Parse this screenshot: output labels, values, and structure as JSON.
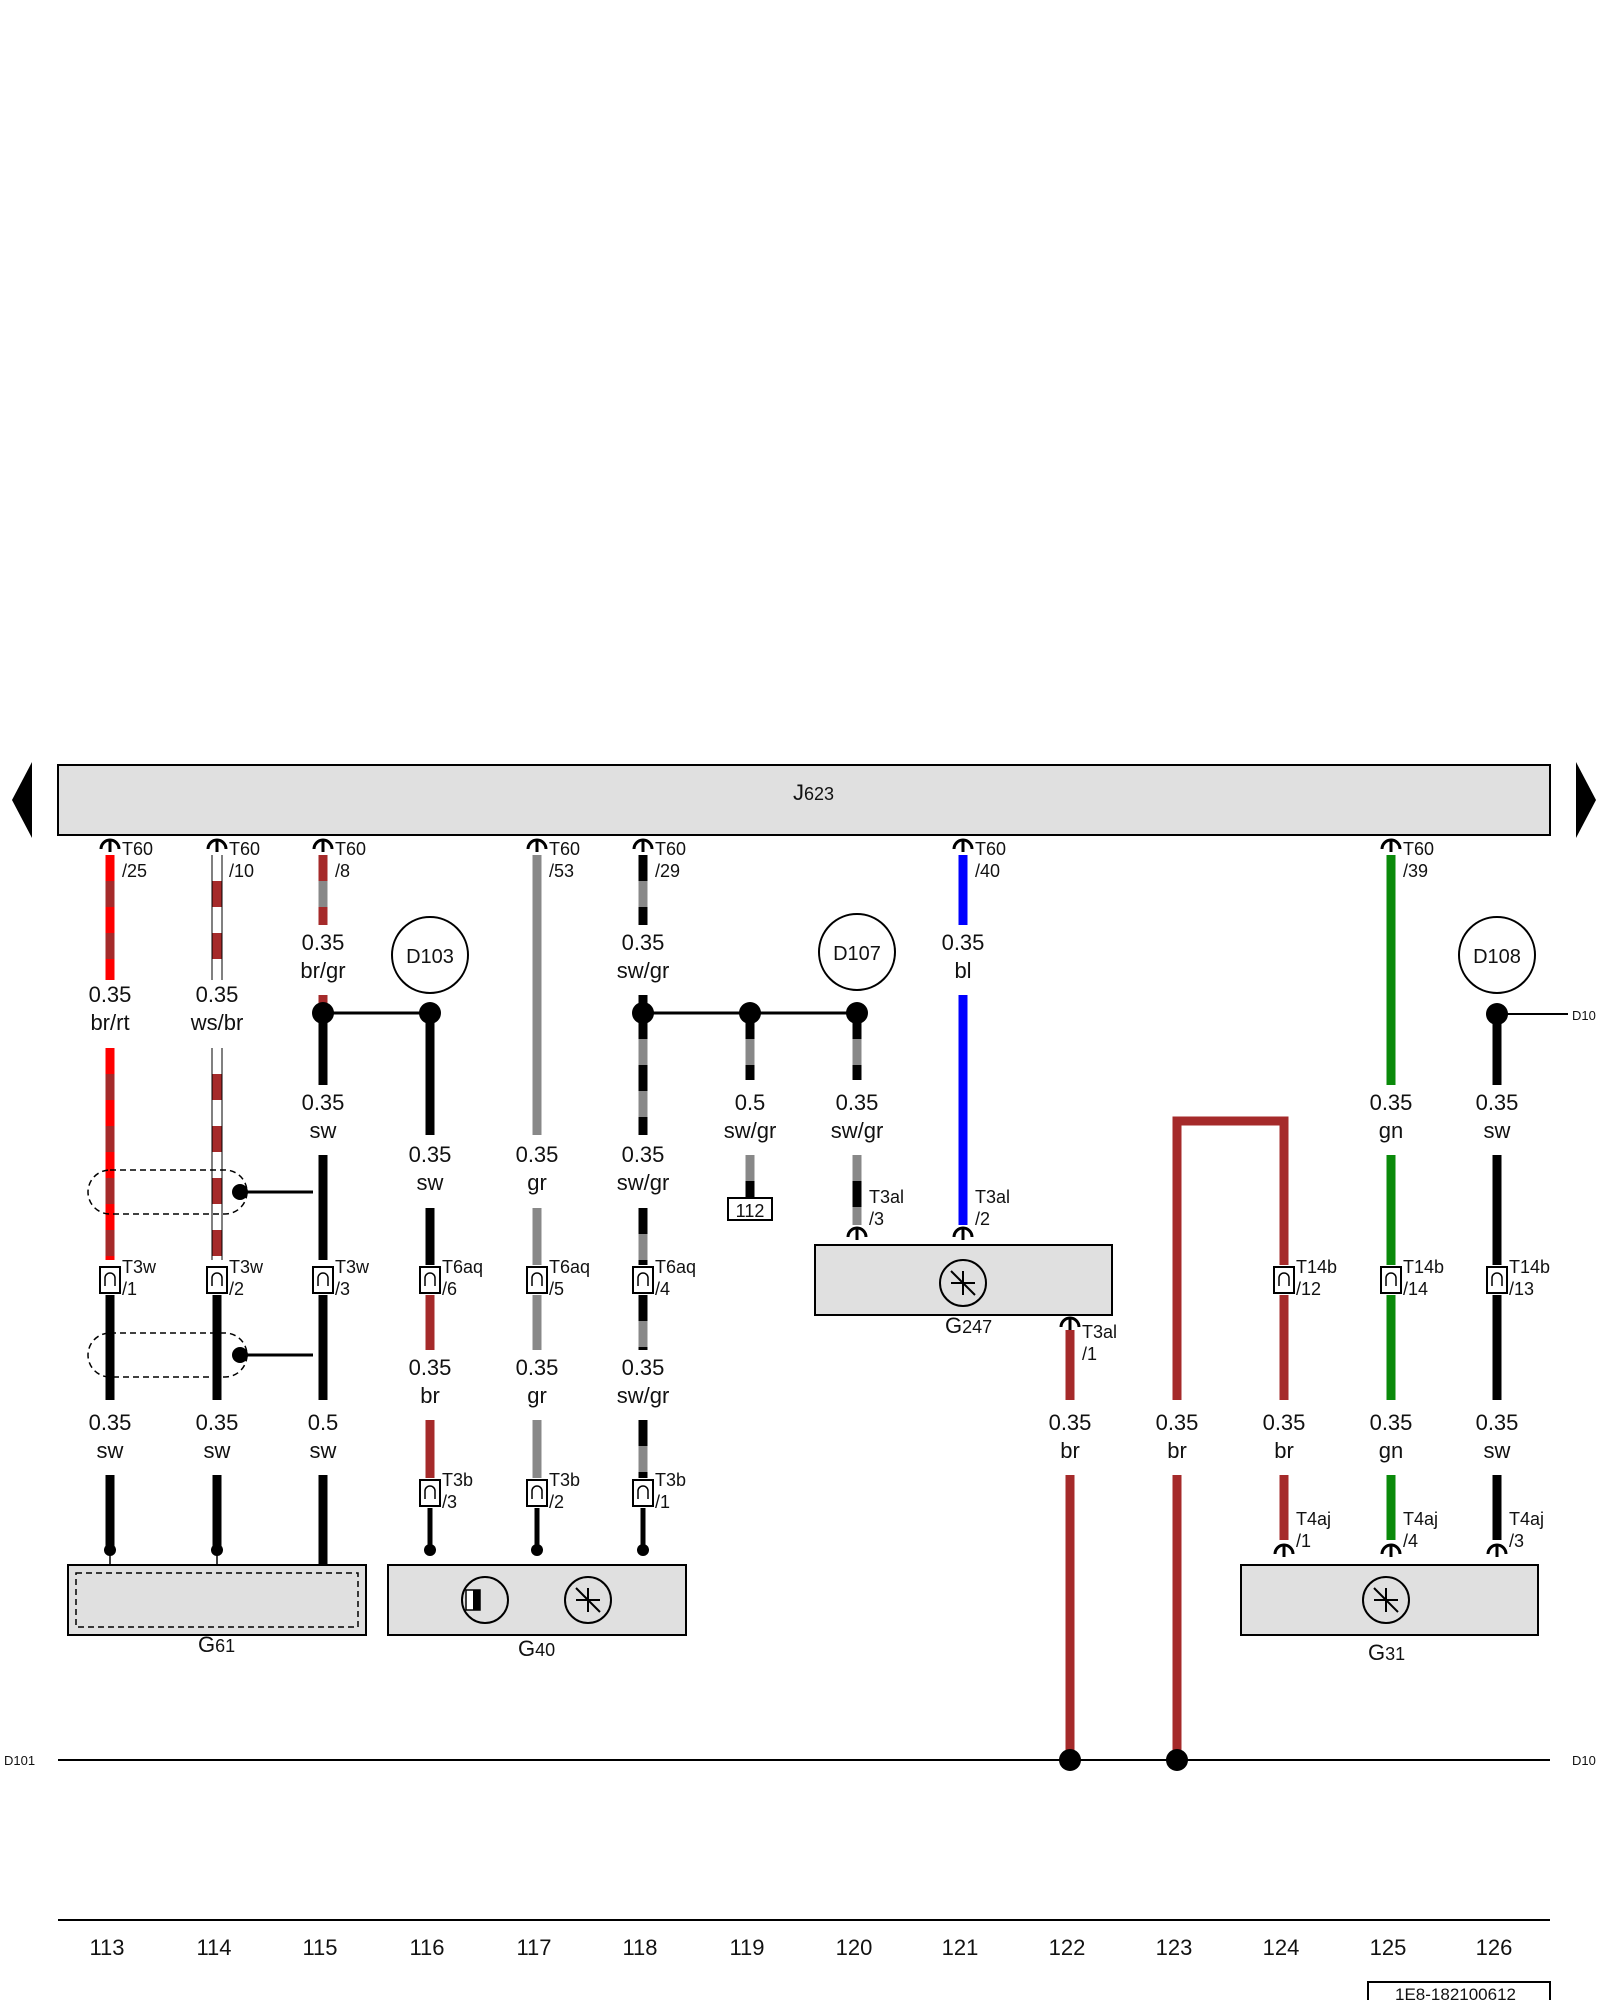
{
  "control_unit": {
    "label_main": "J",
    "label_sub": "623"
  },
  "page_refs": {
    "left": "D101",
    "right_upper": "D10",
    "right_lower": "D10"
  },
  "circuits": [
    "113",
    "114",
    "115",
    "116",
    "117",
    "118",
    "119",
    "120",
    "121",
    "122",
    "123",
    "124",
    "125",
    "126"
  ],
  "wires": [
    {
      "id": "w113",
      "connector_top": "T60",
      "pin_top": "/25",
      "size": "0.35",
      "color_code": "br/rt",
      "colors": [
        "#ff0000",
        "#a52a2a"
      ],
      "connector_mid": "T3w",
      "pin_mid": "/1",
      "size2": "0.35",
      "color_code2": "sw"
    },
    {
      "id": "w114",
      "connector_top": "T60",
      "pin_top": "/10",
      "size": "0.35",
      "color_code": "ws/br",
      "colors": [
        "#ffffff",
        "#a52a2a"
      ],
      "connector_mid": "T3w",
      "pin_mid": "/2",
      "size2": "0.35",
      "color_code2": "sw"
    },
    {
      "id": "w115",
      "connector_top": "T60",
      "pin_top": "/8",
      "size": "0.35",
      "color_code": "br/gr",
      "connector_mid": "T3w",
      "pin_mid": "/3",
      "size_a": "0.35",
      "color_a": "sw",
      "size2": "0.5",
      "color_code2": "sw"
    },
    {
      "id": "w116",
      "splice": "D103",
      "size": "0.35",
      "color_code": "sw",
      "connector_mid": "T6aq",
      "pin_mid": "/6",
      "size2": "0.35",
      "color_code2": "br",
      "connector_low": "T3b",
      "pin_low": "/3"
    },
    {
      "id": "w117",
      "connector_top": "T60",
      "pin_top": "/53",
      "size": "0.35",
      "color_code": "gr",
      "connector_mid": "T6aq",
      "pin_mid": "/5",
      "size2": "0.35",
      "color_code2": "gr",
      "connector_low": "T3b",
      "pin_low": "/2"
    },
    {
      "id": "w118",
      "connector_top": "T60",
      "pin_top": "/29",
      "size": "0.35",
      "color_code": "sw/gr",
      "size_a": "0.35",
      "color_a": "sw/gr",
      "connector_mid": "T6aq",
      "pin_mid": "/4",
      "size2": "0.35",
      "color_code2": "sw/gr",
      "connector_low": "T3b",
      "pin_low": "/1"
    },
    {
      "id": "w119",
      "size": "0.5",
      "color_code": "sw/gr",
      "ref_box": "112"
    },
    {
      "id": "w120",
      "splice": "D107",
      "size": "0.35",
      "color_code": "sw/gr",
      "connector_mid": "T3al",
      "pin_mid": "/3"
    },
    {
      "id": "w121",
      "connector_top": "T60",
      "pin_top": "/40",
      "size": "0.35",
      "color_code": "bl",
      "connector_mid": "T3al",
      "pin_mid": "/2"
    },
    {
      "id": "w122",
      "connector_mid": "T3al",
      "pin_mid": "/1",
      "size": "0.35",
      "color_code": "br"
    },
    {
      "id": "w123",
      "size": "0.35",
      "color_code": "br"
    },
    {
      "id": "w124",
      "connector_mid": "T14b",
      "pin_mid": "/12",
      "size": "0.35",
      "color_code": "br",
      "connector_low": "T4aj",
      "pin_low": "/1"
    },
    {
      "id": "w125",
      "connector_top": "T60",
      "pin_top": "/39",
      "size": "0.35",
      "color_code": "gn",
      "connector_mid": "T14b",
      "pin_mid": "/14",
      "size2": "0.35",
      "color_code2": "gn",
      "connector_low": "T4aj",
      "pin_low": "/4"
    },
    {
      "id": "w126",
      "splice": "D108",
      "size": "0.35",
      "color_code": "sw",
      "connector_mid": "T14b",
      "pin_mid": "/13",
      "size2": "0.35",
      "color_code2": "sw",
      "connector_low": "T4aj",
      "pin_low": "/3"
    }
  ],
  "components": [
    {
      "id": "G61",
      "main": "G",
      "sub": "61"
    },
    {
      "id": "G40",
      "main": "G",
      "sub": "40"
    },
    {
      "id": "G247",
      "main": "G",
      "sub": "247"
    },
    {
      "id": "G31",
      "main": "G",
      "sub": "31"
    }
  ],
  "colors": {
    "br": "#a52a2a",
    "rt": "#ff0000",
    "gr": "#888888",
    "sw": "#000000",
    "bl": "#0000ff",
    "gn": "#0a8a0a",
    "ws": "#ffffff",
    "box": "#e0e0e0"
  },
  "footer_code": "1E8-182100612"
}
